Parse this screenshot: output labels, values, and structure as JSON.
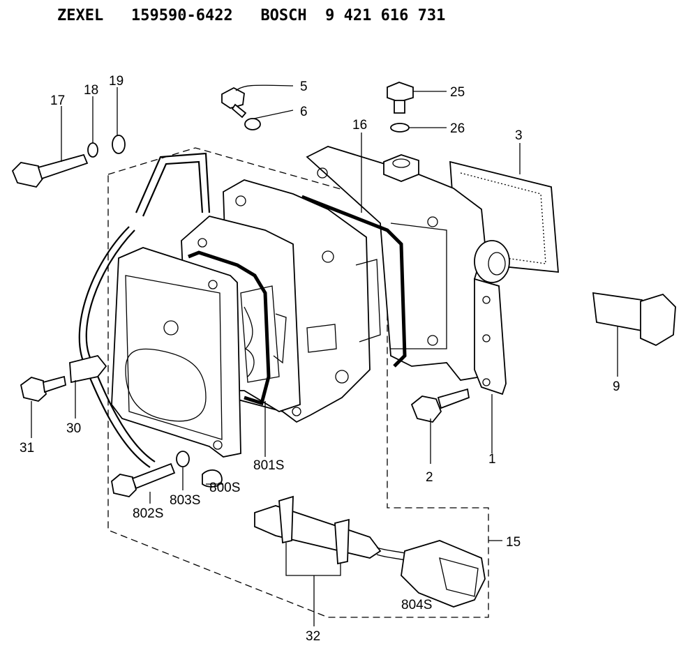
{
  "header": {
    "maker": "ZEXEL",
    "zexel_number": "159590-6422",
    "brand": "BOSCH",
    "bosch_number": "9 421 616 731"
  },
  "callouts": [
    {
      "id": "17",
      "text": "17"
    },
    {
      "id": "18",
      "text": "18"
    },
    {
      "id": "19",
      "text": "19"
    },
    {
      "id": "5",
      "text": "5"
    },
    {
      "id": "6",
      "text": "6"
    },
    {
      "id": "25",
      "text": "25"
    },
    {
      "id": "26",
      "text": "26"
    },
    {
      "id": "16",
      "text": "16"
    },
    {
      "id": "3",
      "text": "3"
    },
    {
      "id": "9",
      "text": "9"
    },
    {
      "id": "31",
      "text": "31"
    },
    {
      "id": "30",
      "text": "30"
    },
    {
      "id": "2",
      "text": "2"
    },
    {
      "id": "1",
      "text": "1"
    },
    {
      "id": "801S",
      "text": "801S"
    },
    {
      "id": "800S",
      "text": "800S"
    },
    {
      "id": "803S",
      "text": "803S"
    },
    {
      "id": "802S",
      "text": "802S"
    },
    {
      "id": "15",
      "text": "15"
    },
    {
      "id": "804S",
      "text": "804S"
    },
    {
      "id": "32",
      "text": "32"
    }
  ]
}
